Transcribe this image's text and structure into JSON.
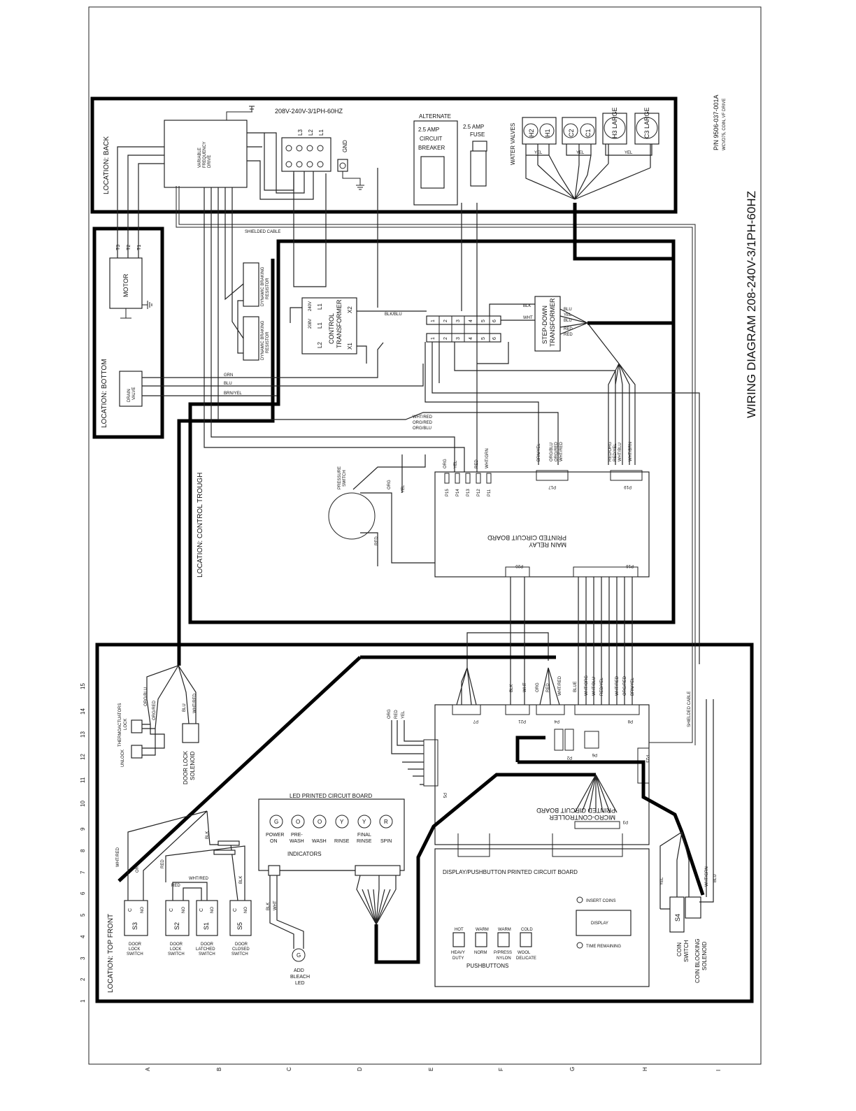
{
  "title": "WIRING DIAGRAM 208-240V-3/1PH-60HZ",
  "part_number": "P/N 9506-037-001A",
  "part_subtitle": "WCVD75, COIN, VF DRIVE",
  "locations": {
    "back": "LOCATION: BACK",
    "bottom": "LOCATION: BOTTOM",
    "trough": "LOCATION: CONTROL TROUGH",
    "top_front": "LOCATION: TOP FRONT"
  },
  "back": {
    "supply": "208V-240V-3/1PH-60HZ",
    "vfd": [
      "VARIABLE",
      "FREQUENCY",
      "DRIVE"
    ],
    "lines": [
      "L3",
      "L2",
      "L1"
    ],
    "gnd": "GND",
    "alternate": "ALTERNATE",
    "breaker": [
      "2.5 AMP",
      "CIRCUIT",
      "BREAKER"
    ],
    "fuse": [
      "2.5 AMP",
      "FUSE"
    ],
    "water_valves": "WATER VALVES",
    "valves": [
      "H2",
      "H1",
      "C2",
      "C1",
      "H3 LARGE",
      "C3 LARGE"
    ],
    "shielded": "SHIELDED CABLE"
  },
  "motor": {
    "label": "MOTOR",
    "terminals": [
      "T3",
      "T2",
      "T1"
    ]
  },
  "drain_valve": [
    "DRAIN",
    "VALVE"
  ],
  "resistors": [
    [
      "DYNAMIC BRAKING",
      "RESISTOR"
    ],
    [
      "DYNAMIC BRAKING",
      "RESISTOR"
    ]
  ],
  "control_transformer": [
    "CONTROL",
    "TRANSFORMER"
  ],
  "ct_terminals": {
    "x2": "X2",
    "x1": "X1",
    "l1": "L1",
    "l2": "L2",
    "v": "240V",
    "v2": "208V"
  },
  "step_down": [
    "STEP-DOWN",
    "TRANSFORMER"
  ],
  "terminal_block": [
    "1",
    "2",
    "3",
    "4",
    "5",
    "6"
  ],
  "pressure_switch": [
    "PRESSURE",
    "SWITCH"
  ],
  "main_relay": [
    "MAIN RELAY",
    "PRINTED CIRCUIT BOARD"
  ],
  "main_relay_pins": [
    "P15",
    "P14",
    "P13",
    "P12",
    "P11",
    "P17",
    "P19",
    "P20",
    "P16"
  ],
  "wire_colors": {
    "blk": "BLK",
    "blu": "BLU",
    "yel": "YEL",
    "red": "RED",
    "grn": "GRN",
    "wht": "WHT",
    "org": "ORG",
    "blue": "BLUE",
    "whtgrn": "WHT/GRN",
    "whtblu": "WHT/BLU",
    "redyel": "RED/YEL",
    "brnyel": "BRN/YEL",
    "orgred": "ORG/RED",
    "orgblu": "ORG/BLU",
    "whtred": "WHT/RED",
    "whtorg": "WHT/ORG",
    "whtbrn": "WHT/BRN",
    "redorg": "RED/ORG",
    "whtyel": "WHT/YEL",
    "blkblu": "BLK/BLU"
  },
  "led_board": {
    "title": "LED PRINTED CIRCUIT BOARD",
    "leds": [
      {
        "letter": "G",
        "label": [
          "POWER",
          "ON"
        ]
      },
      {
        "letter": "O",
        "label": [
          "PRE-",
          "WASH"
        ]
      },
      {
        "letter": "O",
        "label": [
          "WASH"
        ]
      },
      {
        "letter": "Y",
        "label": [
          "RINSE"
        ]
      },
      {
        "letter": "Y",
        "label": [
          "FINAL",
          "RINSE"
        ]
      },
      {
        "letter": "R",
        "label": [
          "SPIN"
        ]
      }
    ],
    "indicators": "INDICATORS"
  },
  "micro_board": [
    "MICRO-CONTROLLER",
    "PRINTED CIRCUIT BOARD"
  ],
  "micro_pins": [
    "P7",
    "P21",
    "P4",
    "P8",
    "P2",
    "P6",
    "P23",
    "P5",
    "P3"
  ],
  "display_board": {
    "title": "DISPLAY/PUSHBUTTON PRINTED CIRCUIT BOARD",
    "insert_coins": "INSERT COINS",
    "display": "DISPLAY",
    "time_remaining": "TIME REMAINING",
    "buttons": [
      {
        "temp": "HOT",
        "label": [
          "HEAVY",
          "DUTY"
        ]
      },
      {
        "temp": "WARM",
        "label": [
          "NORM"
        ]
      },
      {
        "temp": "WARM",
        "label": [
          "P/PRESS",
          "NYLON"
        ]
      },
      {
        "temp": "COLD",
        "label": [
          "WOOL",
          "DELICATE"
        ]
      }
    ],
    "pushbuttons": "PUSHBUTTONS"
  },
  "door_lock": {
    "thermo": [
      "THERMOACTUATORS",
      "LOCK"
    ],
    "unlock": "UNLOCK",
    "solenoid": [
      "DOOR LOCK",
      "SOLENOID"
    ]
  },
  "switches": [
    {
      "id": "S3",
      "label": [
        "DOOR",
        "LOCK",
        "SWITCH"
      ]
    },
    {
      "id": "S2",
      "label": [
        "DOOR",
        "LOCK",
        "SWITCH"
      ]
    },
    {
      "id": "S1",
      "label": [
        "DOOR",
        "LATCHED",
        "SWITCH"
      ]
    },
    {
      "id": "S5",
      "label": [
        "DOOR",
        "CLOSED",
        "SWITCH"
      ]
    }
  ],
  "switch_terms": {
    "c": "C",
    "no": "NO"
  },
  "bleach": {
    "letter": "G",
    "label": [
      "ADD",
      "BLEACH",
      "LED"
    ]
  },
  "coin": {
    "id": "S4",
    "label": [
      "COIN",
      "SWITCH"
    ],
    "solenoid": [
      "COIN BLOCKING",
      "SOLENOID"
    ]
  },
  "ruler_numbers": [
    "15",
    "14",
    "13",
    "12",
    "11",
    "10",
    "9",
    "8",
    "7",
    "6",
    "5",
    "4",
    "3",
    "2",
    "1"
  ],
  "ruler_letters": [
    "A",
    "B",
    "C",
    "D",
    "E",
    "F",
    "G",
    "H",
    "I"
  ]
}
